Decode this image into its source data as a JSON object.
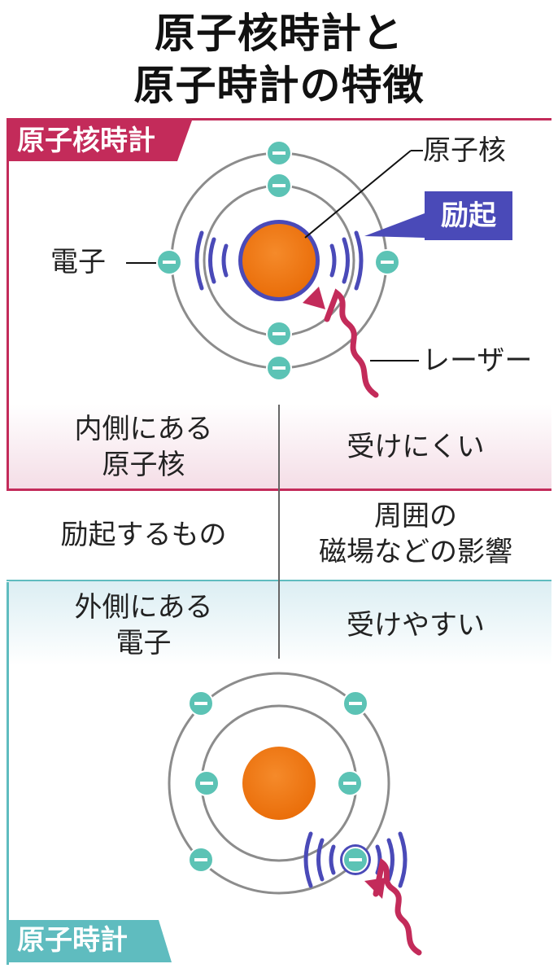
{
  "title": {
    "line1": "原子核時計と",
    "line2": "原子時計の特徴"
  },
  "nuclear_clock": {
    "tag": "原子核時計",
    "label_nucleus": "原子核",
    "label_electron": "電子",
    "label_laser": "レーザー",
    "callout_excite": "励起"
  },
  "comparison": {
    "row1": {
      "left_line1": "内側にある",
      "left_line2": "原子核",
      "right": "受けにくい"
    },
    "row2": {
      "left": "励起するもの",
      "right_line1": "周囲の",
      "right_line2": "磁場などの影響"
    },
    "row3": {
      "left_line1": "外側にある",
      "left_line2": "電子",
      "right": "受けやすい"
    }
  },
  "atomic_clock": {
    "tag": "原子時計"
  },
  "colors": {
    "nuclear_accent": "#c32b5a",
    "atomic_accent": "#5fbcbf",
    "nucleus": "#f07a14",
    "electron": "#5cc3b5",
    "vibration": "#4a4ab8",
    "laser": "#c32b5a"
  }
}
